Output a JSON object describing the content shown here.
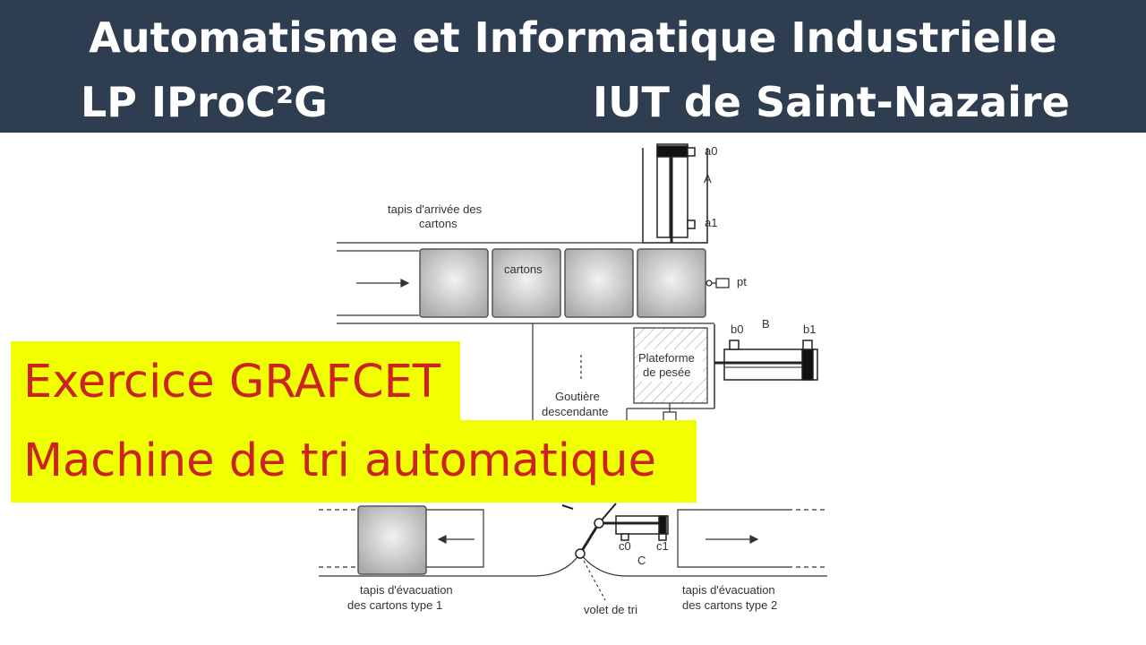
{
  "header": {
    "title": "Automatisme et Informatique Industrielle",
    "left_label": "LP IProC²G",
    "right_label": "IUT de Saint-Nazaire",
    "background": "#2e3d50"
  },
  "overlay": {
    "line1": "Exercice GRAFCET",
    "line2": "Machine de tri automatique",
    "background": "#f2ff00",
    "text_color": "#cc2222"
  },
  "diagram": {
    "labels": {
      "arrival_conveyor_1": "tapis d'arrivée des",
      "arrival_conveyor_2": "cartons",
      "boxes": "cartons",
      "a0": "a0",
      "A": "A",
      "a1": "a1",
      "pt": "pt",
      "b0": "b0",
      "B": "B",
      "b1": "b1",
      "platform_1": "Plateforme",
      "platform_2": "de pesée",
      "chute_1": "Goutière",
      "chute_2": "descendante",
      "c0": "c0",
      "C": "C",
      "c1": "c1",
      "evac1_1": "tapis d'évacuation",
      "evac1_2": "des cartons type 1",
      "evac2_1": "tapis d'évacuation",
      "evac2_2": "des cartons type 2",
      "flap": "volet de tri"
    }
  }
}
